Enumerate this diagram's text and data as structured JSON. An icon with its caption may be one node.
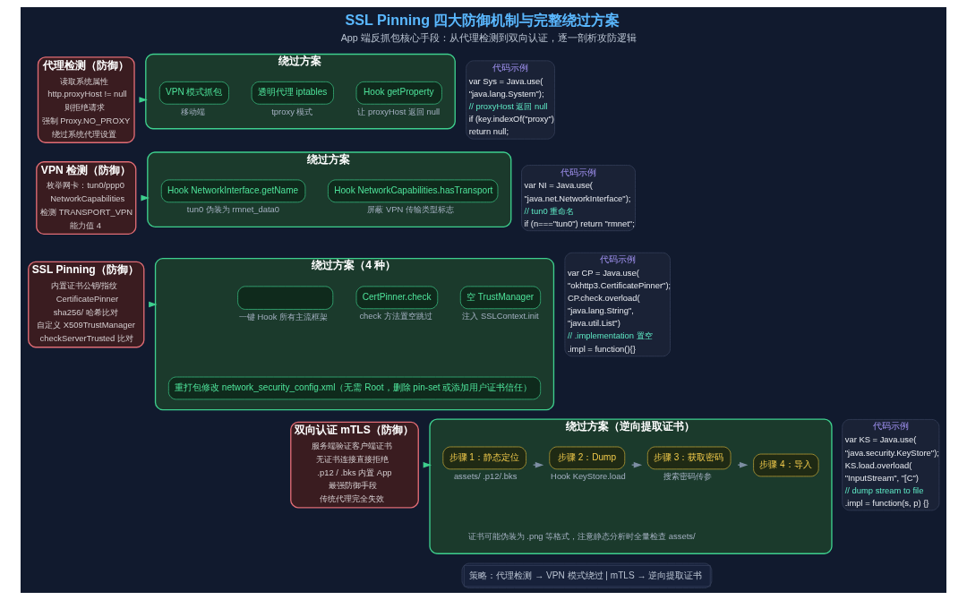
{
  "diagram": {
    "title": "SSL Pinning 四大防御机制与完整绕过方案",
    "caption": "App 端反抓包核心手段：从代理检测到双向认证，逐一剖析攻防逻辑",
    "nodes": [
      {
        "text": [
          "代理检测（防御）",
          "读取系统属性",
          "http.proxyHost != null",
          "则拒绝请求",
          "强制 Proxy.NO_PROXY",
          "绕过系统代理设置"
        ]
      },
      {
        "text": [
          "绕过方案"
        ]
      },
      {
        "text": [
          "VPN 模式抓包"
        ],
        "in": 1,
        "beside": [
          "移动端"
        ]
      },
      {
        "text": [
          "透明代理 iptables"
        ],
        "in": 1,
        "beside": [
          "tproxy 模式"
        ]
      },
      {
        "text": [
          "Hook getProperty"
        ],
        "in": 1,
        "beside": [
          "让 proxyHost 返回 null"
        ]
      },
      {
        "text": [
          "代码示例",
          "var Sys = Java.use(",
          "\"java.lang.System\");",
          "// proxyHost 返回 null",
          "if (key.indexOf(\"proxy\")",
          "return null;"
        ]
      },
      {
        "text": [
          "VPN 检测（防御）",
          "枚举网卡：tun0/ppp0",
          "NetworkCapabilities",
          "检测 TRANSPORT_VPN",
          "能力值 4"
        ]
      },
      {
        "text": [
          "绕过方案"
        ]
      },
      {
        "text": [
          "Hook NetworkInterface.getName"
        ],
        "in": 7,
        "beside": [
          "tun0 伪装为 rmnet_data0"
        ]
      },
      {
        "text": [
          "Hook NetworkCapabilities.hasTransport"
        ],
        "in": 7,
        "beside": [
          "屏蔽 VPN 传输类型标志"
        ]
      },
      {
        "text": [
          "代码示例",
          "var NI = Java.use(",
          "\"java.net.NetworkInterface\");",
          "// tun0 重命名",
          "if (n===\"tun0\") return \"rmnet\";"
        ]
      },
      {
        "text": [
          "SSL Pinning（防御）",
          "内置证书公钥/指纹",
          "CertificatePinner",
          "sha256/ 哈希比对",
          "自定义 X509TrustManager",
          "checkServerTrusted 比对"
        ]
      },
      {
        "text": [
          "绕过方案（4 种）"
        ]
      },
      {
        "text": [],
        "shape": "box",
        "in": 12,
        "beside": [
          "一键 Hook 所有主流框架"
        ]
      },
      {
        "text": [
          "CertPinner.check"
        ],
        "in": 12,
        "beside": [
          "check 方法置空跳过"
        ]
      },
      {
        "text": [
          "空 TrustManager"
        ],
        "in": 12,
        "beside": [
          "注入 SSLContext.init"
        ]
      },
      {
        "text": [
          "重打包修改 network_security_config.xml（无需 Root，删除 pin-set 或添加用户证书信任）"
        ],
        "in": 12
      },
      {
        "text": [
          "代码示例",
          "var CP = Java.use(",
          "\"okhttp3.CertificatePinner\");",
          "CP.check.overload(",
          "\"java.lang.String\",",
          "\"java.util.List\")",
          "// .implementation 置空",
          ".impl = function(){}"
        ]
      },
      {
        "text": [
          "双向认证 mTLS（防御）",
          "服务端验证客户端证书",
          "无证书连接直接拒绝",
          ".p12 / .bks 内置 App",
          "最强防御手段",
          "传统代理完全失效"
        ]
      },
      {
        "text": [
          "绕过方案（逆向提取证书）"
        ]
      },
      {
        "text": [
          "步骤 1：静态定位"
        ],
        "in": 19,
        "beside": [
          "assets/ .p12/.bks"
        ]
      },
      {
        "text": [
          "步骤 2：Dump"
        ],
        "in": 19,
        "beside": [
          "Hook KeyStore.load"
        ]
      },
      {
        "text": [
          "步骤 3：获取密码"
        ],
        "in": 19,
        "beside": [
          "搜索密码传参"
        ]
      },
      {
        "text": [
          "步骤 4：导入"
        ],
        "in": 19
      },
      {
        "text": [
          "代码示例",
          "var KS = Java.use(",
          "\"java.security.KeyStore\");",
          "KS.load.overload(",
          "\"InputStream\", \"[C\")",
          "// dump stream to file",
          ".impl = function(s, p) {}"
        ]
      }
    ],
    "edges": [
      {
        "from": 0,
        "to": 1,
        "arrow": "to"
      },
      {
        "from": 6,
        "to": 7,
        "arrow": "to"
      },
      {
        "from": 11,
        "to": 12,
        "arrow": "to"
      },
      {
        "from": 18,
        "to": 19,
        "arrow": "to"
      },
      {
        "from": 20,
        "to": 21,
        "arrow": "to",
        "color": "#7d8ea3"
      },
      {
        "from": 21,
        "to": 22,
        "arrow": "to",
        "color": "#7d8ea3"
      },
      {
        "from": 22,
        "to": 23,
        "arrow": "to",
        "color": "#7d8ea3"
      }
    ],
    "labels": [
      "证书可能伪装为 .png 等格式，注意静态分析时全量检查 assets/",
      "策略：代理检测 → VPN 模式绕过 | mTLS → 逆向提取证书"
    ]
  }
}
